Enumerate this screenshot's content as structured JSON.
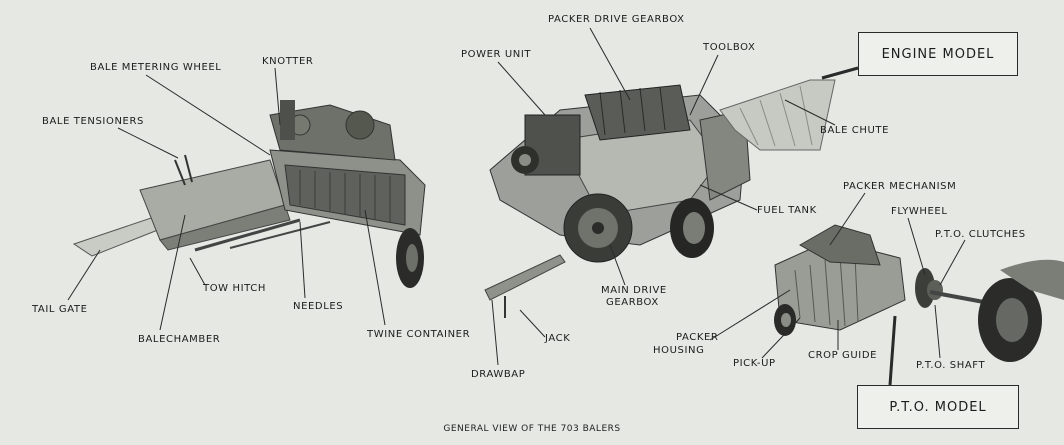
{
  "labels": {
    "bale_metering_wheel": "BALE METERING WHEEL",
    "knotter": "KNOTTER",
    "bale_tensioners": "BALE TENSIONERS",
    "tail_gate": "TAIL GATE",
    "tow_hitch": "TOW HITCH",
    "needles": "NEEDLES",
    "balechamber": "BALECHAMBER",
    "twine_container": "TWINE CONTAINER",
    "packer_drive_gearbox": "PACKER DRIVE GEARBOX",
    "power_unit": "POWER UNIT",
    "toolbox": "TOOLBOX",
    "bale_chute": "BALE CHUTE",
    "fuel_tank": "FUEL TANK",
    "main_drive_gearbox_1": "MAIN DRIVE",
    "main_drive_gearbox_2": "GEARBOX",
    "jack": "JACK",
    "drawbar": "DRAWBAP",
    "packer_mechanism": "PACKER MECHANISM",
    "flywheel": "FLYWHEEL",
    "pto_clutches": "P.T.O. CLUTCHES",
    "packer_housing_1": "PACKER",
    "packer_housing_2": "HOUSING",
    "pick_up": "PICK-UP",
    "crop_guide": "CROP GUIDE",
    "pto_shaft": "P.T.O. SHAFT"
  },
  "engine_model_label": "ENGINE MODEL",
  "pto_model_label": "P.T.O. MODEL",
  "caption": "GENERAL VIEW OF THE 703 BALERS"
}
